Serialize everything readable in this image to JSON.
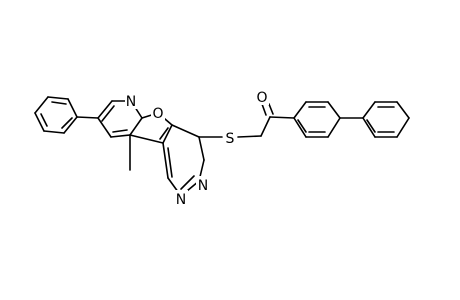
{
  "figure": {
    "type": "chemical-structure",
    "atom_labels": [
      "N",
      "O",
      "S",
      "O",
      "N",
      "N"
    ],
    "extra_texts": []
  }
}
